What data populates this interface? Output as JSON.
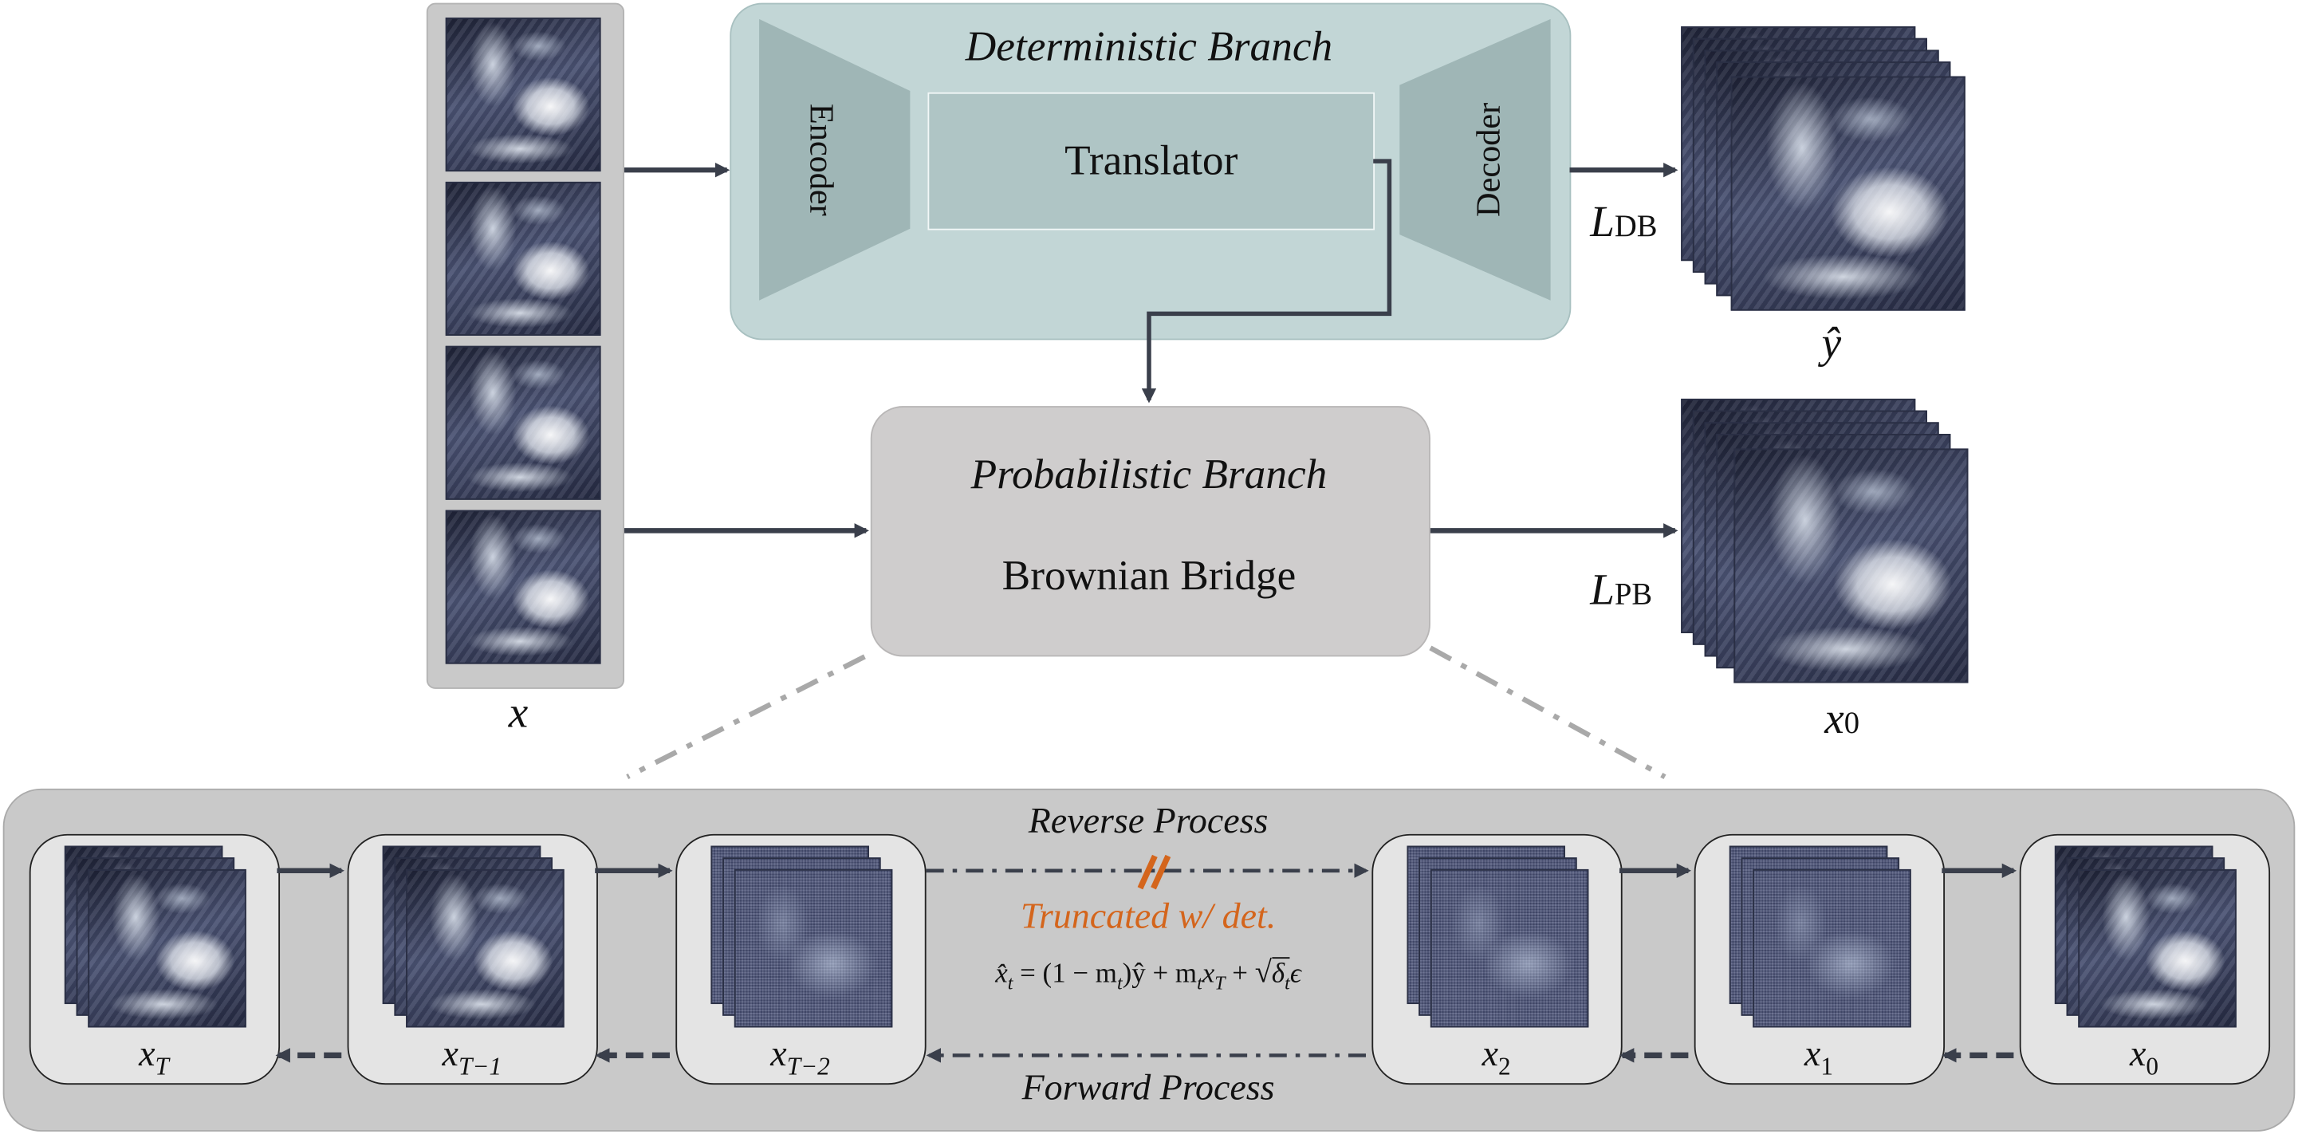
{
  "deterministic_branch": {
    "title": "Deterministic Branch",
    "encoder": "Encoder",
    "translator": "Translator",
    "decoder": "Decoder",
    "loss_label": "L",
    "loss_sub": "DB",
    "output_label": "ŷ"
  },
  "probabilistic_branch": {
    "title": "Probabilistic Branch",
    "subtitle": "Brownian Bridge",
    "loss_label": "L",
    "loss_sub": "PB",
    "output_label": "x",
    "output_sub": "0"
  },
  "input": {
    "label": "x"
  },
  "process": {
    "reverse": "Reverse Process",
    "forward": "Forward Process",
    "truncated": "Truncated w/ det.",
    "equation_lhs": "x̂",
    "equation_lhs_sub": "t",
    "equation_rest": " = (1 − m",
    "equation_rest2": ")ŷ + m",
    "equation_rest3": "x",
    "equation_rest4": " + ",
    "equation_sqrt": "δ",
    "equation_eps": "ϵ",
    "sub_t": "t",
    "sub_T": "T",
    "steps": [
      {
        "label": "x",
        "sub": "T"
      },
      {
        "label": "x",
        "sub": "T−1"
      },
      {
        "label": "x",
        "sub": "T−2"
      },
      {
        "label": "x",
        "sub": "2"
      },
      {
        "label": "x",
        "sub": "1"
      },
      {
        "label": "x",
        "sub": "0"
      }
    ]
  },
  "colors": {
    "deterministic_fill": "#c2d6d6",
    "probabilistic_fill": "#cfcdcd",
    "truncated_text": "#d4651c",
    "arrow": "#3a3f4b"
  }
}
